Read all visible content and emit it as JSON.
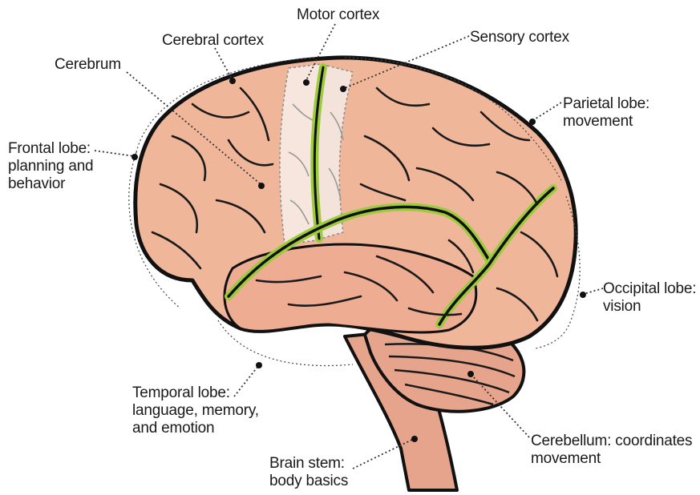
{
  "colors": {
    "brain_fill": "#f0b69a",
    "brain_shade": "#d99a80",
    "outline": "#111111",
    "fissure": "#9ccb3c",
    "motor_strip": "#f6e6de",
    "cerebellum_fill": "#e6a48c",
    "leader": "#333333"
  },
  "labels": {
    "motor_cortex": "Motor cortex",
    "cerebral_cortex": "Cerebral cortex",
    "sensory_cortex": "Sensory cortex",
    "cerebrum": "Cerebrum",
    "parietal": {
      "line1": "Parietal lobe:",
      "line2": "movement"
    },
    "frontal": {
      "line1": "Frontal lobe:",
      "line2": "planning and",
      "line3": "behavior"
    },
    "occipital": {
      "line1": "Occipital lobe:",
      "line2": "vision"
    },
    "temporal": {
      "line1": "Temporal lobe:",
      "line2": "language, memory,",
      "line3": "and emotion"
    },
    "cerebellum": {
      "line1": "Cerebellum: coordinates",
      "line2": "movement"
    },
    "brain_stem": {
      "line1": "Brain stem:",
      "line2": "body basics"
    }
  }
}
